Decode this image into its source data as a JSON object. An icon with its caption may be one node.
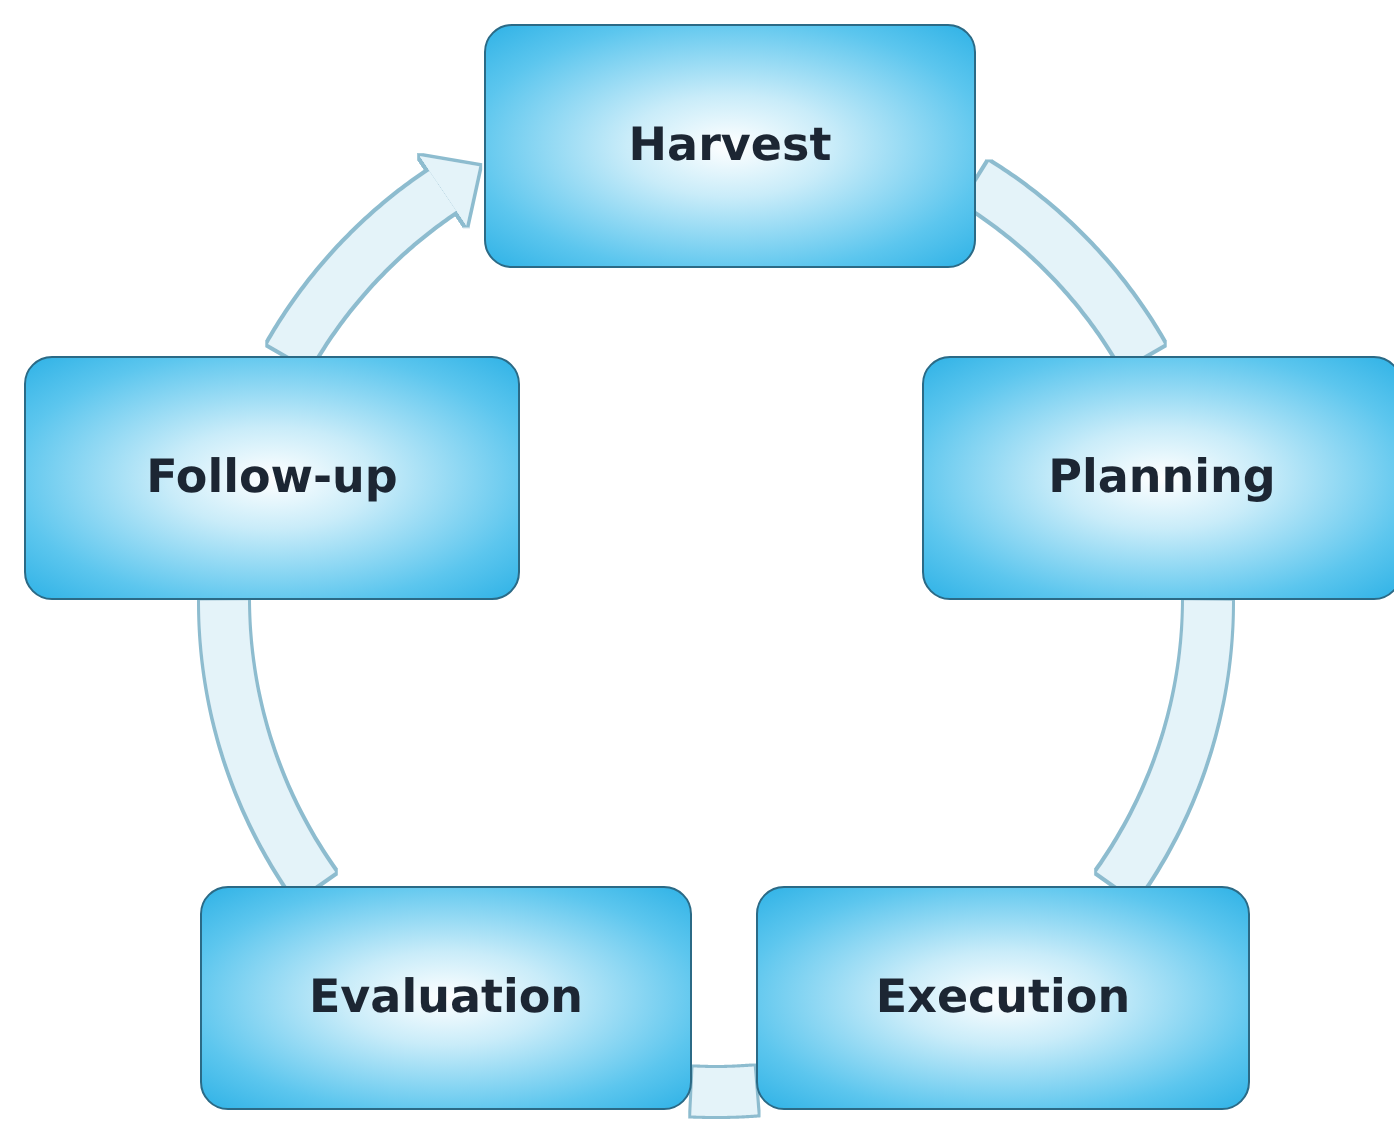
{
  "diagram": {
    "nodes": [
      {
        "text": [
          "Harvest"
        ]
      },
      {
        "text": [
          "Planning"
        ]
      },
      {
        "text": [
          "Execution"
        ]
      },
      {
        "text": [
          "Evaluation"
        ]
      },
      {
        "text": [
          "Follow-up"
        ]
      }
    ],
    "edges": [
      {
        "from": 0,
        "to": 1,
        "arrow": "none"
      },
      {
        "from": 1,
        "to": 2,
        "arrow": "none"
      },
      {
        "from": 2,
        "to": 3,
        "arrow": "none"
      },
      {
        "from": 3,
        "to": 4,
        "arrow": "none"
      },
      {
        "from": 4,
        "to": 0,
        "arrow": "to"
      }
    ]
  }
}
